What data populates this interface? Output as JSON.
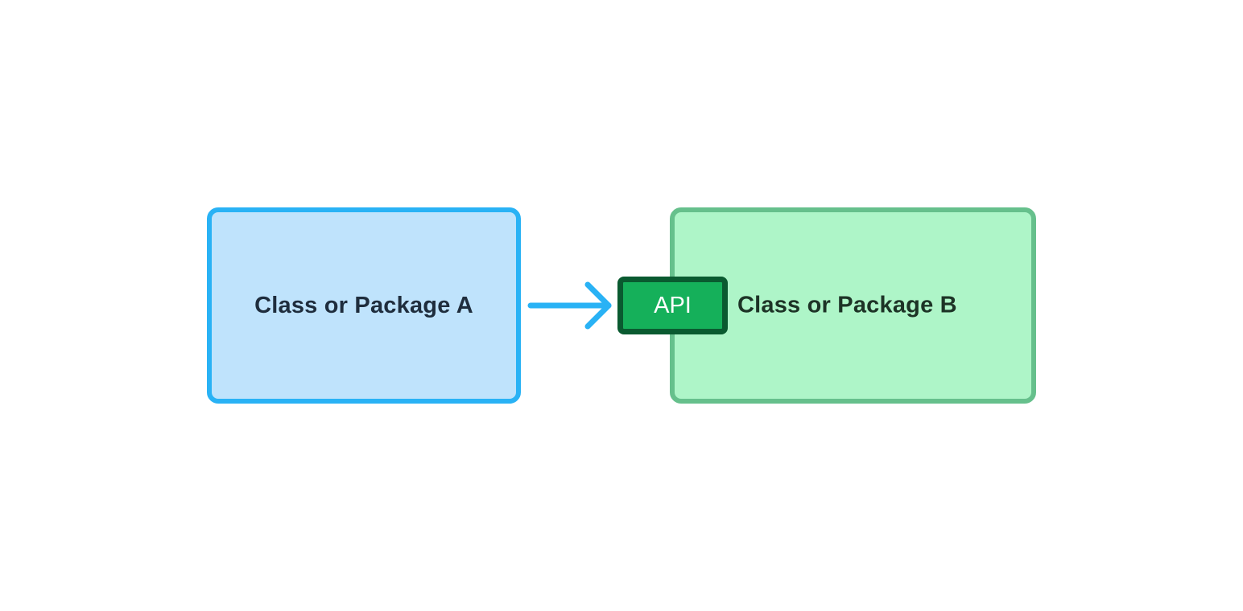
{
  "diagram": {
    "nodes": [
      {
        "id": "a",
        "label": "Class or Package A"
      },
      {
        "id": "b",
        "label": "Class or Package B"
      },
      {
        "id": "api",
        "label": "API"
      }
    ],
    "edges": [
      {
        "from": "a",
        "to": "api"
      }
    ],
    "colors": {
      "node_a_fill": "#bfe3fc",
      "node_a_border": "#29b2f5",
      "node_b_fill": "#aef5c8",
      "node_b_border": "#66c08c",
      "api_fill": "#15b05a",
      "api_border": "#0a5a30",
      "arrow": "#29b2f5"
    }
  }
}
